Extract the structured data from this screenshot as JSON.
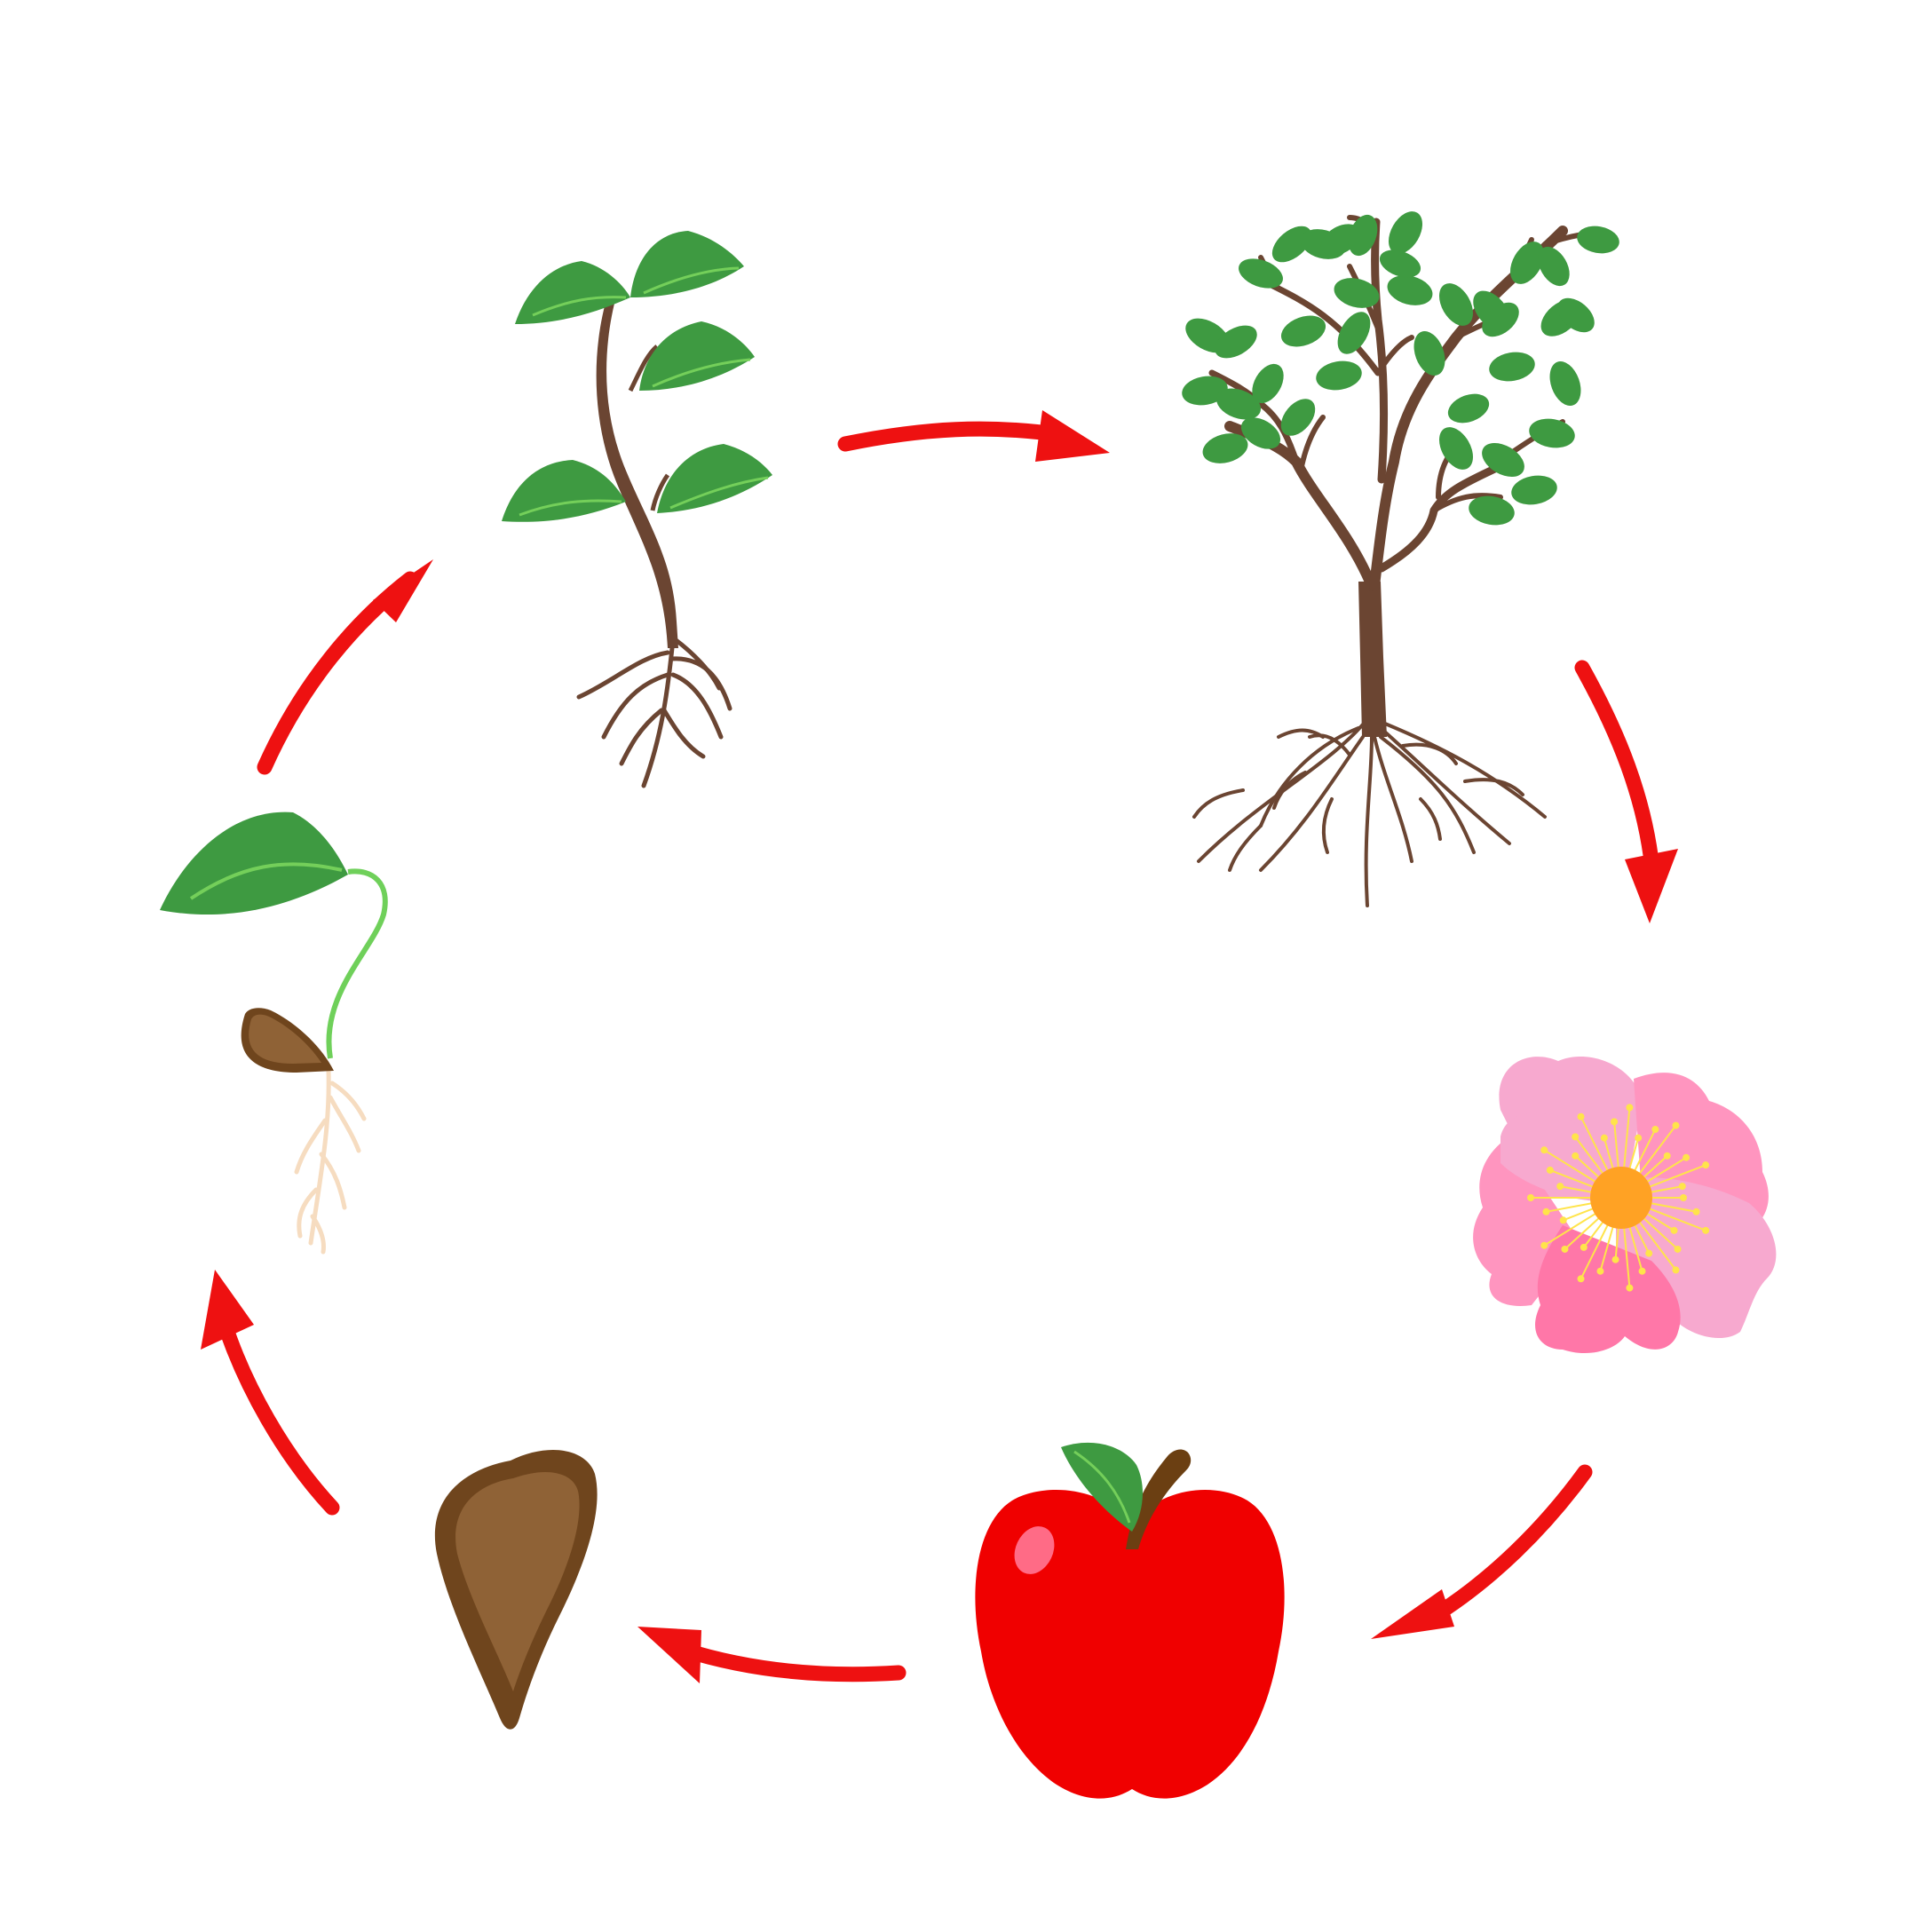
{
  "diagram": {
    "kind": "cycle",
    "stages": [
      {
        "id": "seed"
      },
      {
        "id": "germination"
      },
      {
        "id": "seedling"
      },
      {
        "id": "young-tree"
      },
      {
        "id": "flower"
      },
      {
        "id": "apple"
      }
    ],
    "arrows": [
      {
        "from": "germination",
        "to": "seedling"
      },
      {
        "from": "seedling",
        "to": "young-tree"
      },
      {
        "from": "young-tree",
        "to": "flower"
      },
      {
        "from": "flower",
        "to": "apple"
      },
      {
        "from": "apple",
        "to": "seed"
      },
      {
        "from": "seed",
        "to": "germination"
      }
    ]
  },
  "colors": {
    "background": "#ffffff",
    "arrow": "#ee1111",
    "leaf": "#3e9a41",
    "leaf_vein": "#74cf5a",
    "stem": "#6b4532",
    "seed_outer": "#6f451d",
    "seed_inner": "#8f6236",
    "sprout_stem": "#6fd05a",
    "sprout_root": "#f6dcc0",
    "petal_light": "#f7a9cf",
    "petal_mid": "#ff95bf",
    "petal_dark": "#ff77a8",
    "flower_center": "#ffa224",
    "stamen": "#ffe44a",
    "apple": "#f00000",
    "apple_highlight": "#ff6b86",
    "apple_stem": "#6b3f12"
  }
}
